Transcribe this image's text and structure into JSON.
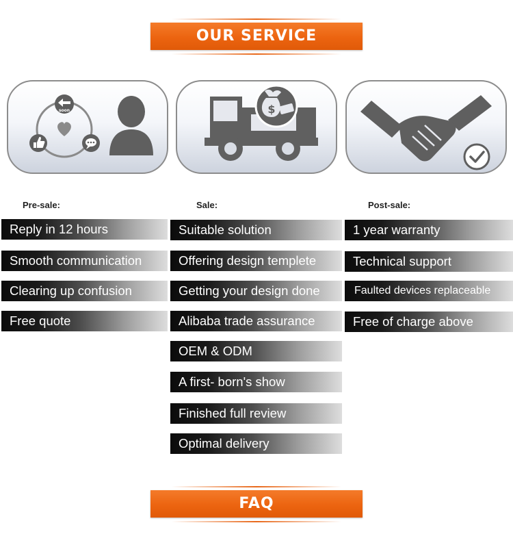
{
  "banners": {
    "top": "OUR SERVICE",
    "bottom": "FAQ"
  },
  "illustrations": {
    "presale": {
      "icons": [
        "back-arrow-icon",
        "heart-icon",
        "thumbs-up-icon",
        "chat-bubble-icon",
        "person-icon"
      ],
      "arrow_label": "soon"
    },
    "sale": {
      "icons": [
        "delivery-truck-icon",
        "money-bag-icon"
      ]
    },
    "postsale": {
      "icons": [
        "handshake-icon",
        "check-circle-icon"
      ]
    }
  },
  "columns": {
    "presale": {
      "heading": "Pre-sale:",
      "items": [
        "Reply in 12 hours",
        "Smooth communication",
        "Clearing up confusion",
        "Free quote"
      ]
    },
    "sale": {
      "heading": "Sale:",
      "items": [
        "Suitable solution",
        "Offering design templete",
        "Getting your design done",
        "Alibaba trade assurance",
        "OEM & ODM",
        "A first- born's show",
        "Finished full review",
        "Optimal delivery"
      ]
    },
    "postsale": {
      "heading": "Post-sale:",
      "items": [
        "1 year warranty",
        "Technical support",
        "Faulted devices replaceable",
        "Free of charge above"
      ]
    }
  },
  "colors": {
    "banner": "#ec6410",
    "icon_gray": "#606060",
    "bar_dark": "#0b0b0b",
    "bar_light": "#dddddd"
  }
}
